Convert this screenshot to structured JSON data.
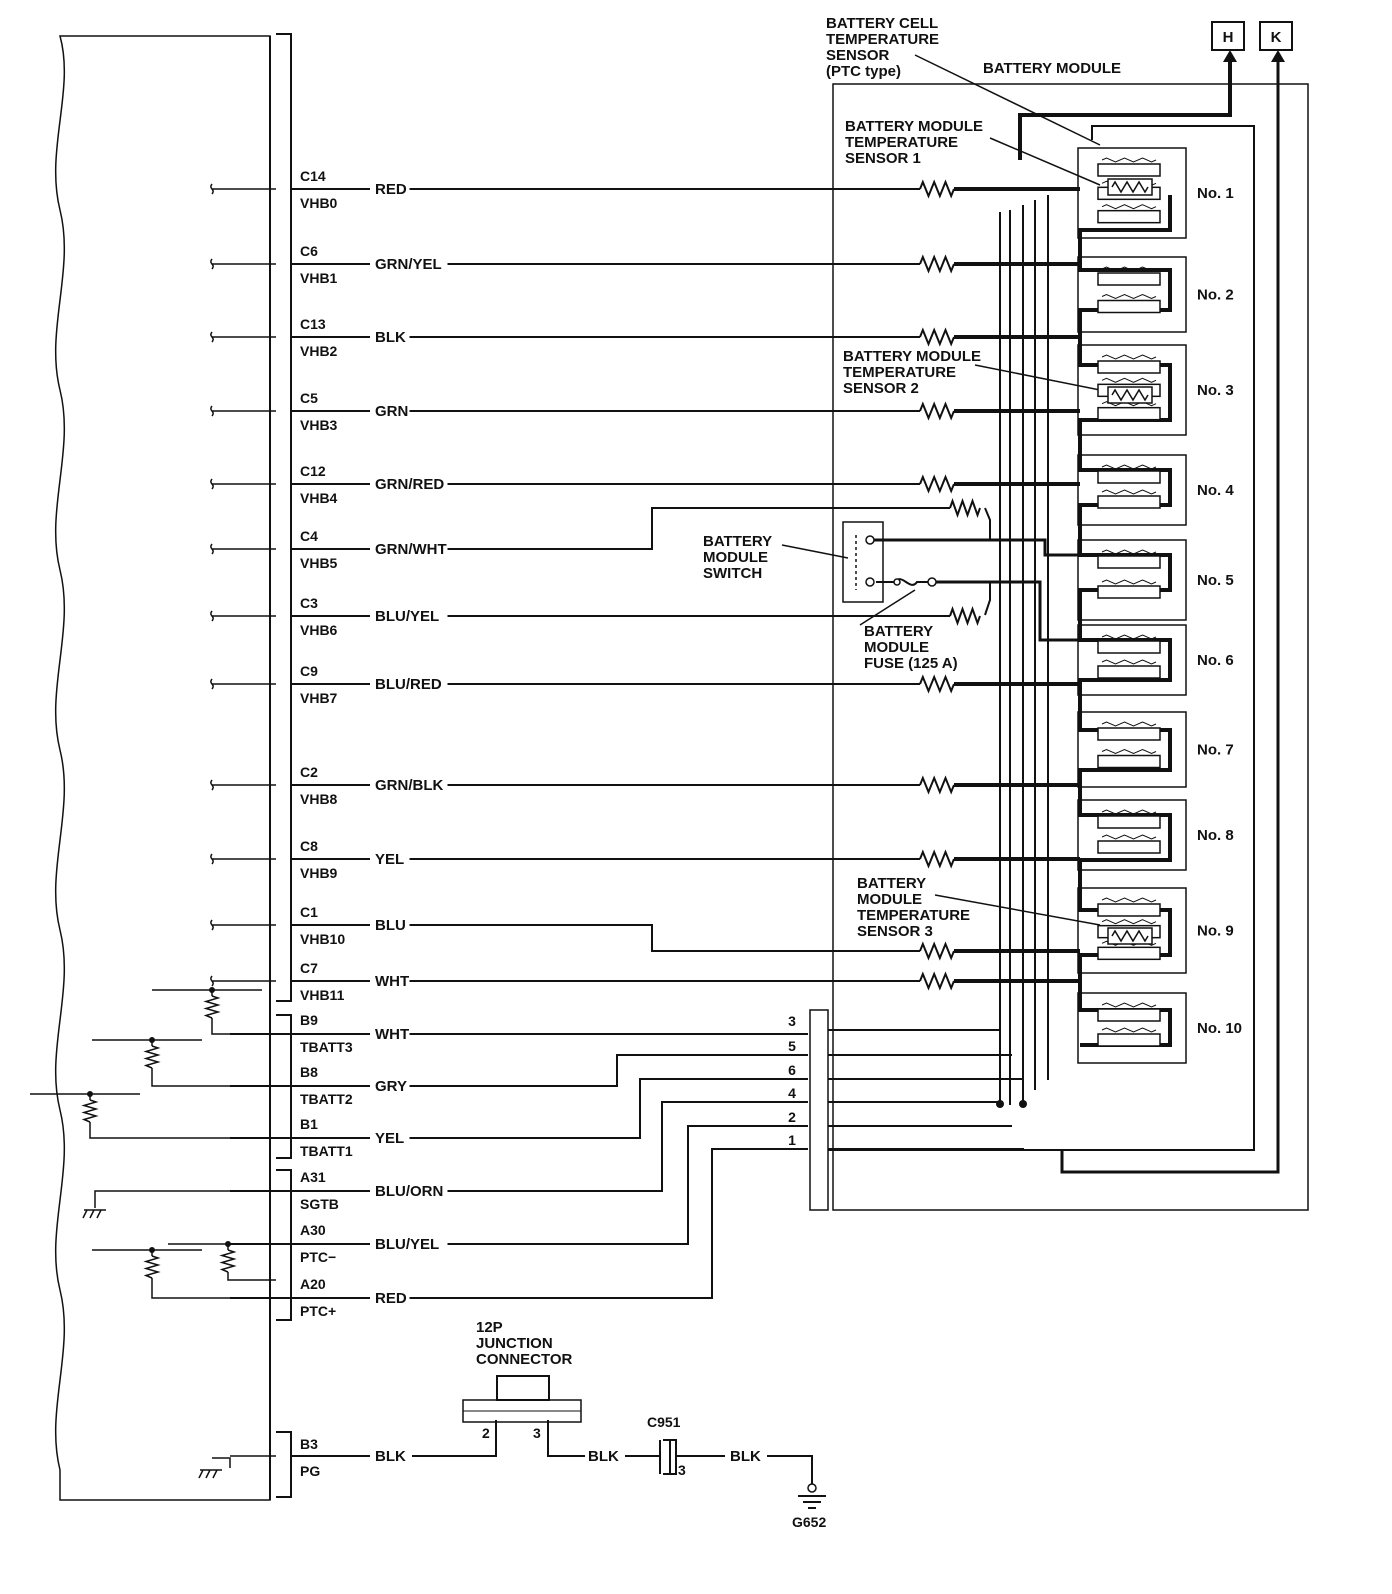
{
  "ecu_pins": [
    {
      "pin": "C14",
      "signal": "VHB0",
      "wire": "RED"
    },
    {
      "pin": "C6",
      "signal": "VHB1",
      "wire": "GRN/YEL"
    },
    {
      "pin": "C13",
      "signal": "VHB2",
      "wire": "BLK"
    },
    {
      "pin": "C5",
      "signal": "VHB3",
      "wire": "GRN"
    },
    {
      "pin": "C12",
      "signal": "VHB4",
      "wire": "GRN/RED"
    },
    {
      "pin": "C4",
      "signal": "VHB5",
      "wire": "GRN/WHT"
    },
    {
      "pin": "C3",
      "signal": "VHB6",
      "wire": "BLU/YEL"
    },
    {
      "pin": "C9",
      "signal": "VHB7",
      "wire": "BLU/RED"
    },
    {
      "pin": "C2",
      "signal": "VHB8",
      "wire": "GRN/BLK"
    },
    {
      "pin": "C8",
      "signal": "VHB9",
      "wire": "YEL"
    },
    {
      "pin": "C1",
      "signal": "VHB10",
      "wire": "BLU"
    },
    {
      "pin": "C7",
      "signal": "VHB11",
      "wire": "WHT"
    }
  ],
  "temp_pins": [
    {
      "pin": "B9",
      "signal": "TBATT3",
      "wire": "WHT",
      "terminal": "3"
    },
    {
      "pin": "B8",
      "signal": "TBATT2",
      "wire": "GRY",
      "terminal": "5"
    },
    {
      "pin": "B1",
      "signal": "TBATT1",
      "wire": "YEL",
      "terminal": "6"
    },
    {
      "pin": "A31",
      "signal": "SGTB",
      "wire": "BLU/ORN",
      "terminal": "4"
    },
    {
      "pin": "A30",
      "signal": "PTC−",
      "wire": "BLU/YEL",
      "terminal": "2"
    },
    {
      "pin": "A20",
      "signal": "PTC+",
      "wire": "RED",
      "terminal": "1"
    }
  ],
  "ground": {
    "pin": "B3",
    "signal": "PG",
    "wire1": "BLK",
    "wire2": "BLK",
    "wire3": "BLK",
    "jc_pin_a": "2",
    "jc_pin_b": "3",
    "c951_pin": "3",
    "c951_label": "C951",
    "ground_label": "G652",
    "junction_lines": [
      "12P",
      "JUNCTION",
      "CONNECTOR"
    ]
  },
  "module": {
    "title": "BATTERY MODULE",
    "cell_sensor_lines": [
      "BATTERY CELL",
      "TEMPERATURE",
      "SENSOR",
      "(PTC type)"
    ],
    "sensor1_lines": [
      "BATTERY MODULE",
      "TEMPERATURE",
      "SENSOR 1"
    ],
    "sensor2_lines": [
      "BATTERY MODULE",
      "TEMPERATURE",
      "SENSOR 2"
    ],
    "sensor3_lines": [
      "BATTERY",
      "MODULE",
      "TEMPERATURE",
      "SENSOR 3"
    ],
    "switch_lines": [
      "BATTERY",
      "MODULE",
      "SWITCH"
    ],
    "fuse_lines": [
      "BATTERY",
      "MODULE",
      "FUSE (125 A)"
    ],
    "modules": [
      "No. 1",
      "No. 2",
      "No. 3",
      "No. 4",
      "No. 5",
      "No. 6",
      "No. 7",
      "No. 8",
      "No. 9",
      "No. 10"
    ],
    "connector_h": "H",
    "connector_k": "K"
  }
}
